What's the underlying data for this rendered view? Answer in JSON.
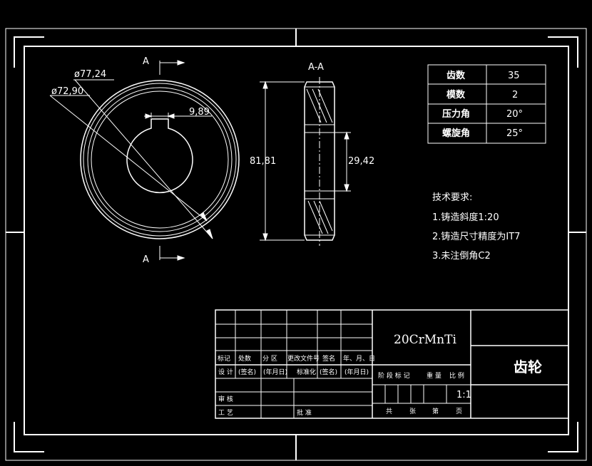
{
  "view_labels": {
    "section_mark_top": "A",
    "section_mark_bottom": "A",
    "section_view": "A-A"
  },
  "dimensions": {
    "outer_diameter": "ø77,24",
    "root_diameter": "ø72,90",
    "keyway_width": "9,89",
    "overall_height": "81,81",
    "bore_diameter": "29,42"
  },
  "gear_params": {
    "rows": [
      {
        "label": "齿数",
        "value": "35"
      },
      {
        "label": "模数",
        "value": "2"
      },
      {
        "label": "压力角",
        "value": "20°"
      },
      {
        "label": "螺旋角",
        "value": "25°"
      }
    ]
  },
  "tech_requirements": {
    "title": "技术要求:",
    "items": [
      "1.铸造斜度1:20",
      "2.铸造尺寸精度为IT7",
      "3.未注倒角C2"
    ]
  },
  "title_block": {
    "material": "20CrMnTi",
    "part_name": "齿轮",
    "scale": "1:1",
    "revision_headers": [
      "标记",
      "处数",
      "分 区",
      "更改文件号",
      "签名",
      "年、月、日"
    ],
    "design_row": [
      "设 计",
      "(签名)",
      "(年月日)",
      "标准化",
      "(签名)",
      "(年月日)"
    ],
    "review": "审 核",
    "process": "工 艺",
    "approve": "批 准",
    "stage_headers": [
      "阶 段 标 记",
      "重 量",
      "比 例"
    ],
    "sheet_footer": [
      "共",
      "张",
      "第",
      "页"
    ]
  }
}
